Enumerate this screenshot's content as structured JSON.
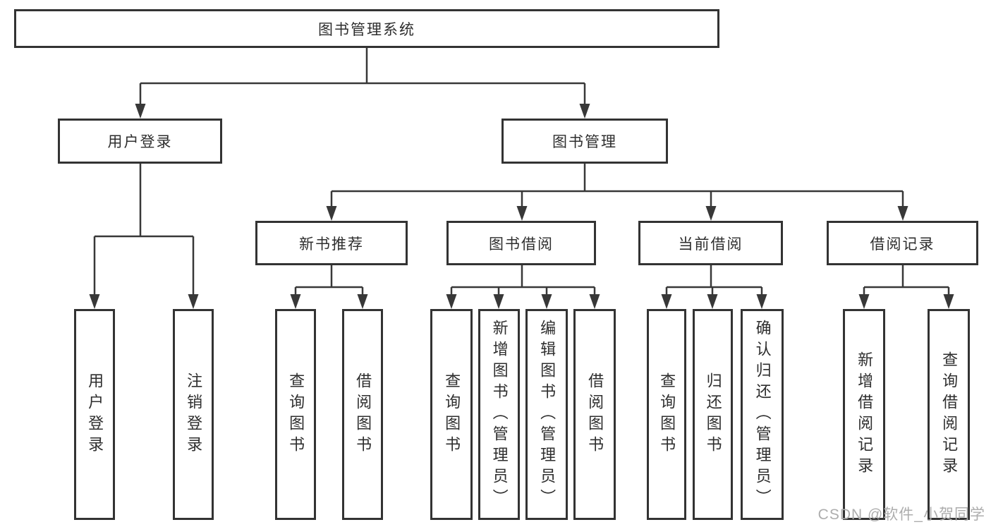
{
  "diagram": {
    "root": {
      "label": "图书管理系统"
    },
    "branches": [
      {
        "label": "用户登录",
        "leaves": [
          {
            "label": "用户登录"
          },
          {
            "label": "注销登录"
          }
        ]
      },
      {
        "label": "图书管理",
        "groups": [
          {
            "label": "新书推荐",
            "leaves": [
              {
                "label": "查询图书"
              },
              {
                "label": "借阅图书"
              }
            ]
          },
          {
            "label": "图书借阅",
            "leaves": [
              {
                "label": "查询图书"
              },
              {
                "label": "新增图书（管理员）"
              },
              {
                "label": "编辑图书（管理员）"
              },
              {
                "label": "借阅图书"
              }
            ]
          },
          {
            "label": "当前借阅",
            "leaves": [
              {
                "label": "查询图书"
              },
              {
                "label": "归还图书"
              },
              {
                "label": "确认归还（管理员）"
              }
            ]
          },
          {
            "label": "借阅记录",
            "leaves": [
              {
                "label": "新增借阅记录"
              },
              {
                "label": "查询借阅记录"
              }
            ]
          }
        ]
      }
    ]
  },
  "watermark": {
    "text": "CSDN @软件_小贺同学"
  },
  "colors": {
    "line": "#383838",
    "box_border": "#333333",
    "text": "#2e2e2e",
    "background": "#ffffff",
    "watermark": "#adadad"
  }
}
